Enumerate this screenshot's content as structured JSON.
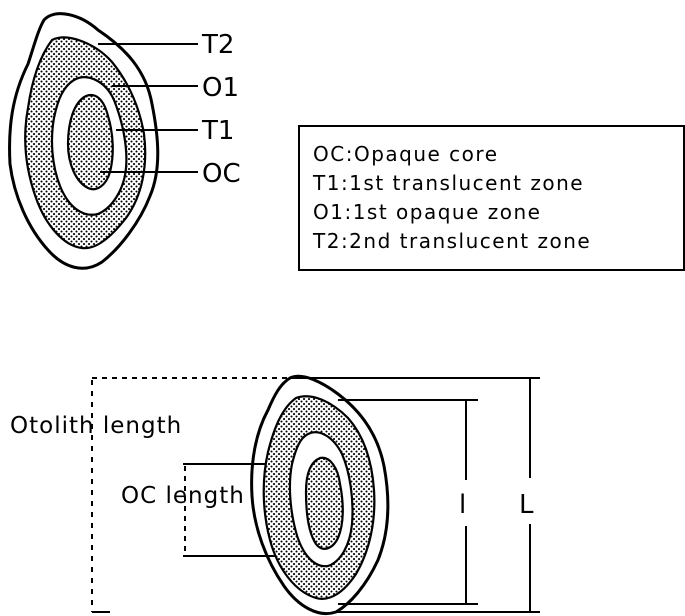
{
  "zone_labels": {
    "t2": "T2",
    "o1": "O1",
    "t1": "T1",
    "oc": "OC"
  },
  "legend": [
    "OC:Opaque core",
    "T1:1st translucent zone",
    "O1:1st opaque zone",
    "T2:2nd translucent zone"
  ],
  "measurements": {
    "otolith_length": "Otolith length",
    "oc_length": "OC length",
    "l_small": "l",
    "l_big": "L"
  }
}
